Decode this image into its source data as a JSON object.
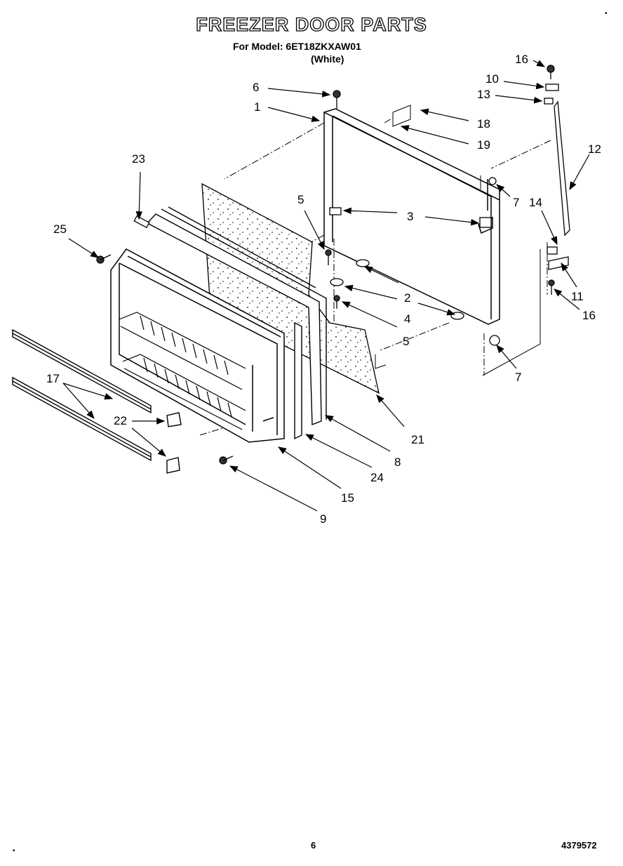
{
  "title": "FREEZER DOOR PARTS",
  "model_line": "For Model: 6ET18ZKXAW01",
  "color_line": "(White)",
  "page_number": "6",
  "document_number": "4379572",
  "callouts": {
    "c1": "1",
    "c2": "2",
    "c3": "3",
    "c4": "4",
    "c5a": "5",
    "c5b": "5",
    "c6": "6",
    "c7a": "7",
    "c7b": "7",
    "c8": "8",
    "c9": "9",
    "c10": "10",
    "c11": "11",
    "c12": "12",
    "c13": "13",
    "c14": "14",
    "c15": "15",
    "c16a": "16",
    "c16b": "16",
    "c17": "17",
    "c18": "18",
    "c19": "19",
    "c21": "21",
    "c22": "22",
    "c23": "23",
    "c24": "24",
    "c25": "25"
  }
}
